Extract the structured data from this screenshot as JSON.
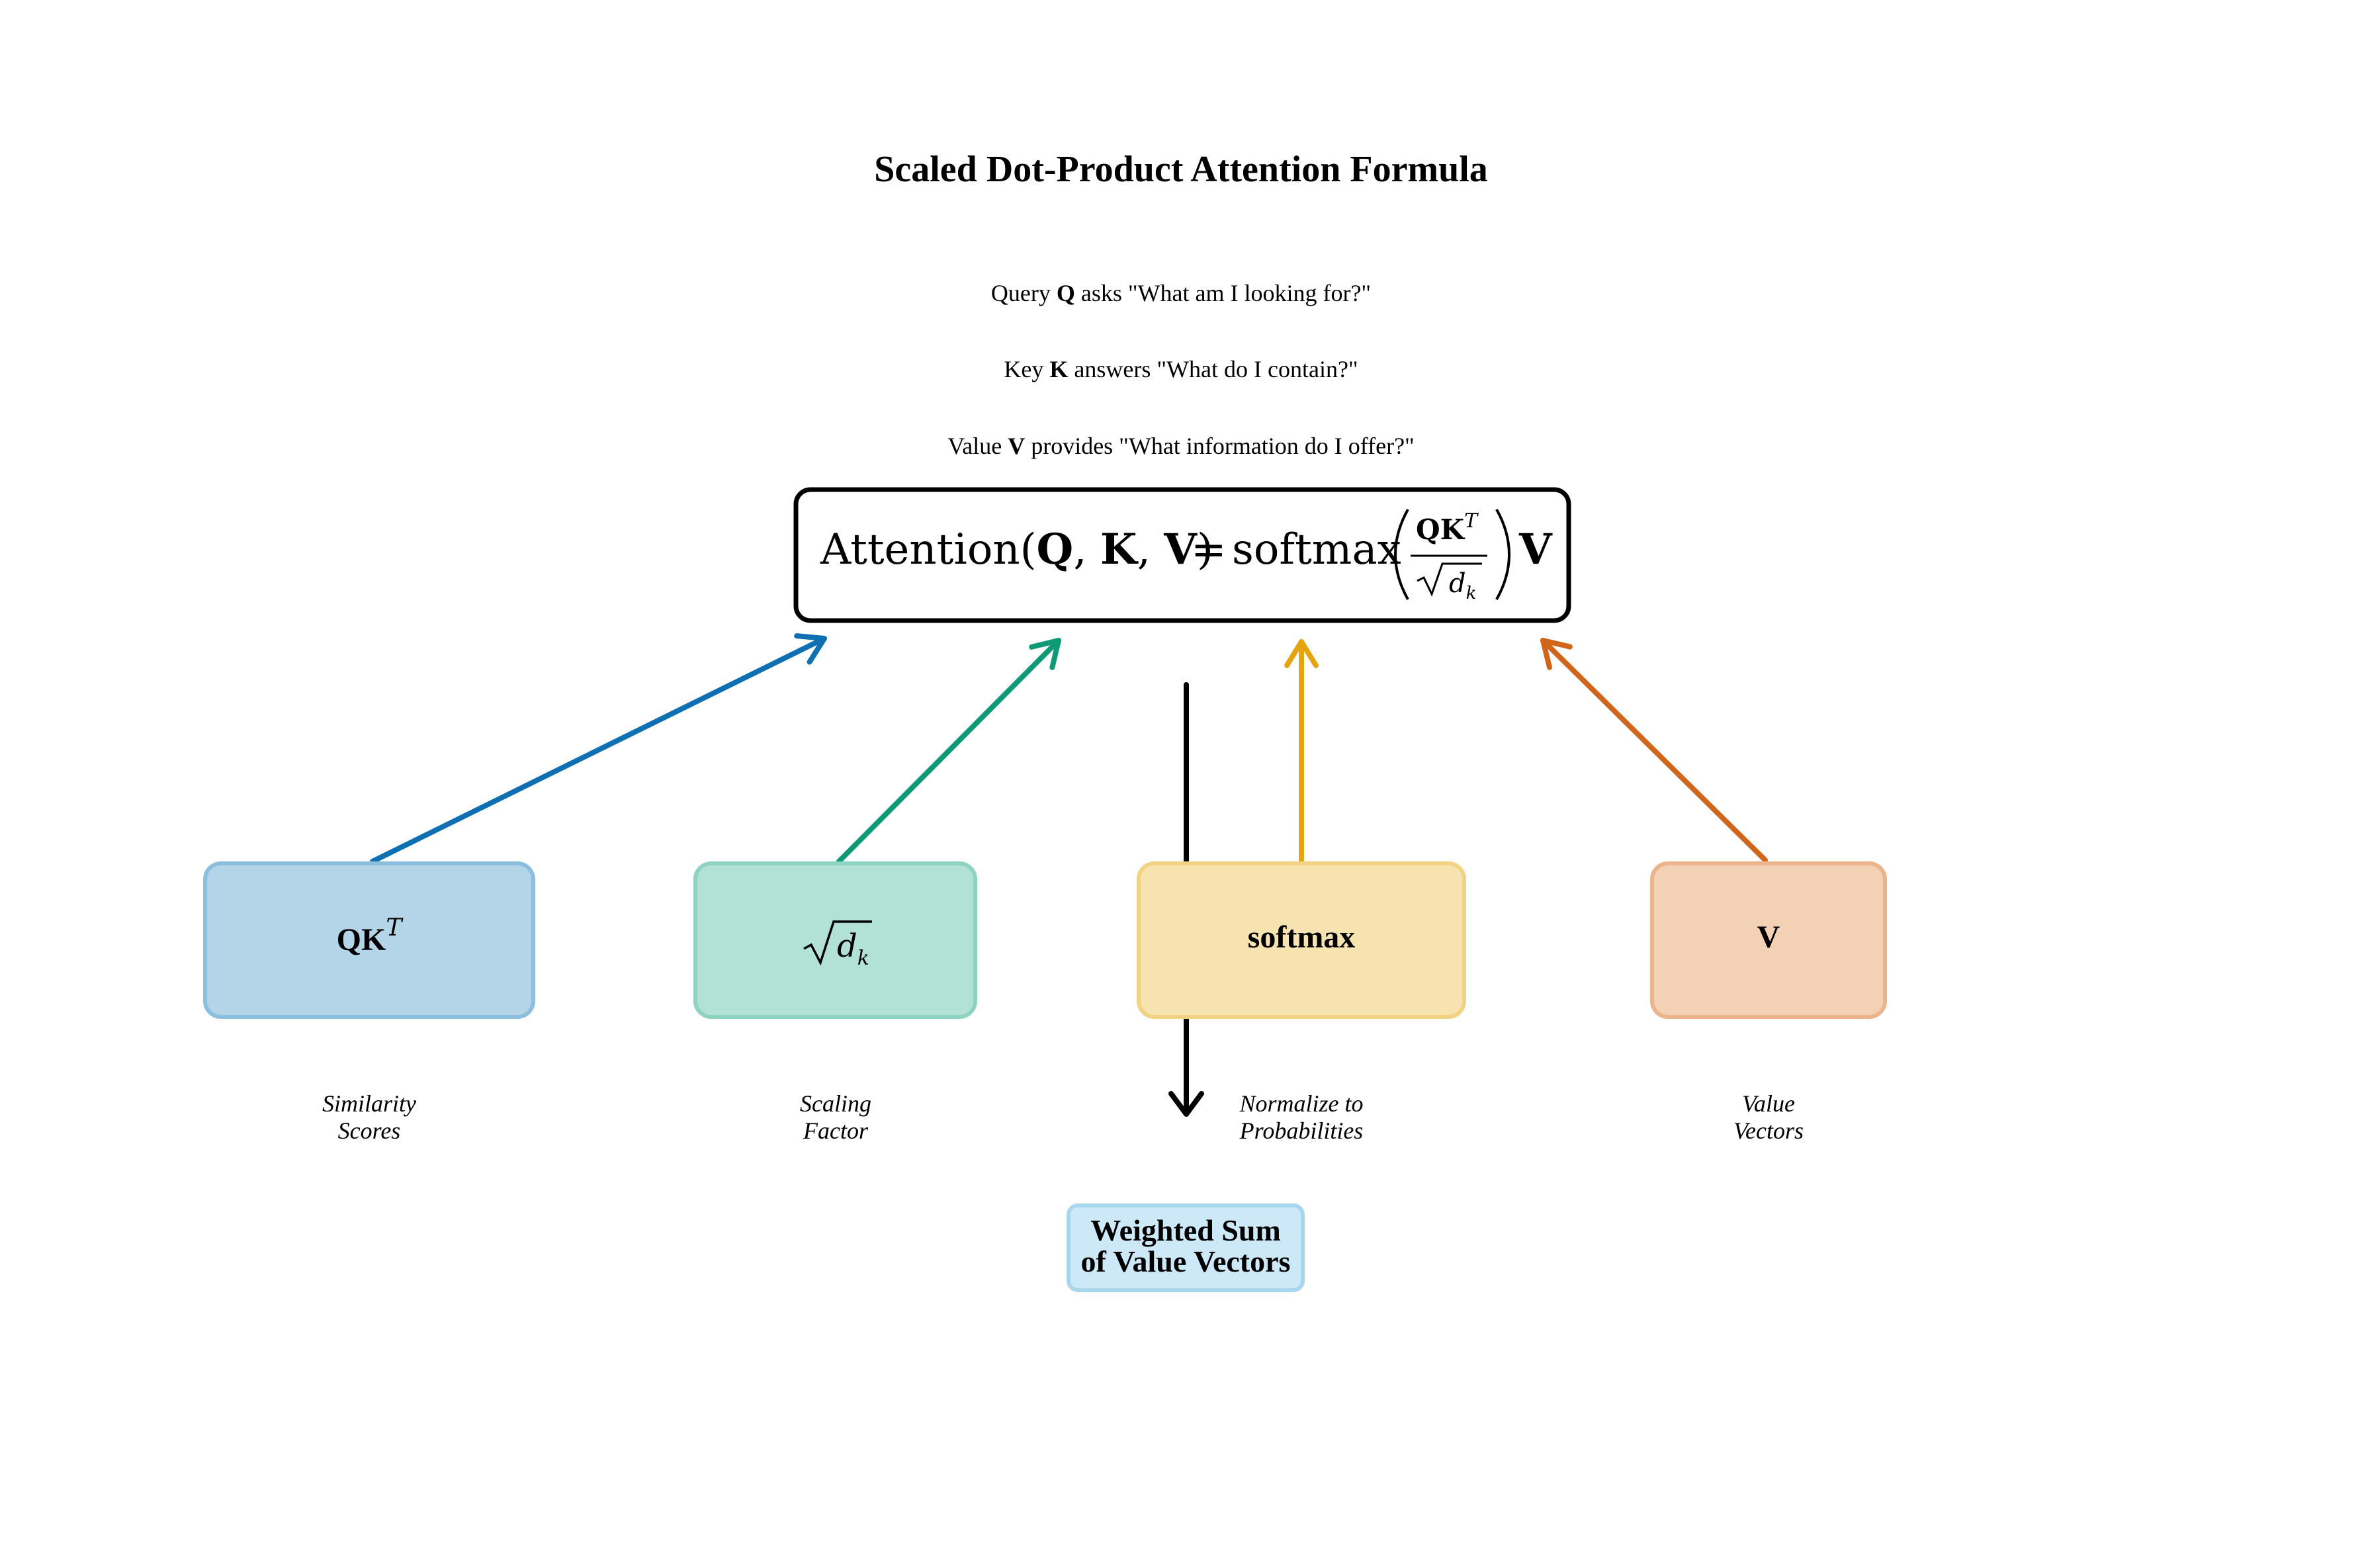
{
  "title": "Scaled Dot-Product Attention Formula",
  "intro": {
    "query": {
      "pre": "Query ",
      "symbol": "Q",
      "post": " asks \"What am I looking for?\""
    },
    "key": {
      "pre": "Key ",
      "symbol": "K",
      "post": " answers \"What do I contain?\""
    },
    "value": {
      "pre": "Value ",
      "symbol": "V",
      "post": " provides \"What information do I offer?\""
    }
  },
  "formula": {
    "lhs_name": "Attention",
    "open_paren": "(",
    "args": [
      "Q",
      "K",
      "V"
    ],
    "comma": ",",
    "close_paren": ")",
    "equals": "=",
    "func": "softmax",
    "numerator": "QK",
    "numerator_sup": "T",
    "denominator_var": "d",
    "denominator_sub": "k",
    "trailing": "V"
  },
  "components": [
    {
      "id": "qkt",
      "label": "QK",
      "sup": "T",
      "caption": [
        "Similarity",
        "Scores"
      ],
      "fill": "#b3d5e7",
      "stroke": "#8cbedd",
      "arrow_color": "#0e70b3"
    },
    {
      "id": "sqrt-dk",
      "label": "d",
      "sub": "k",
      "caption": [
        "Scaling",
        "Factor"
      ],
      "fill": "#b2e2d5",
      "stroke": "#8ed2c0",
      "arrow_color": "#0f9a77"
    },
    {
      "id": "softmax",
      "label": "softmax",
      "caption": [
        "Normalize to",
        "Probabilities"
      ],
      "fill": "#f7e3b0",
      "stroke": "#f2d383",
      "arrow_color": "#e5a412"
    },
    {
      "id": "v",
      "label": "V",
      "caption": [
        "Value",
        "Vectors"
      ],
      "fill": "#f2d1b4",
      "stroke": "#ebb48a",
      "arrow_color": "#d0661c"
    }
  ],
  "result": {
    "lines": [
      "Weighted Sum",
      "of Value Vectors"
    ],
    "fill": "#cde8f7",
    "stroke": "#a9d6ef"
  },
  "colors": {
    "formula_box_stroke": "#000000",
    "output_arrow": "#000000"
  }
}
